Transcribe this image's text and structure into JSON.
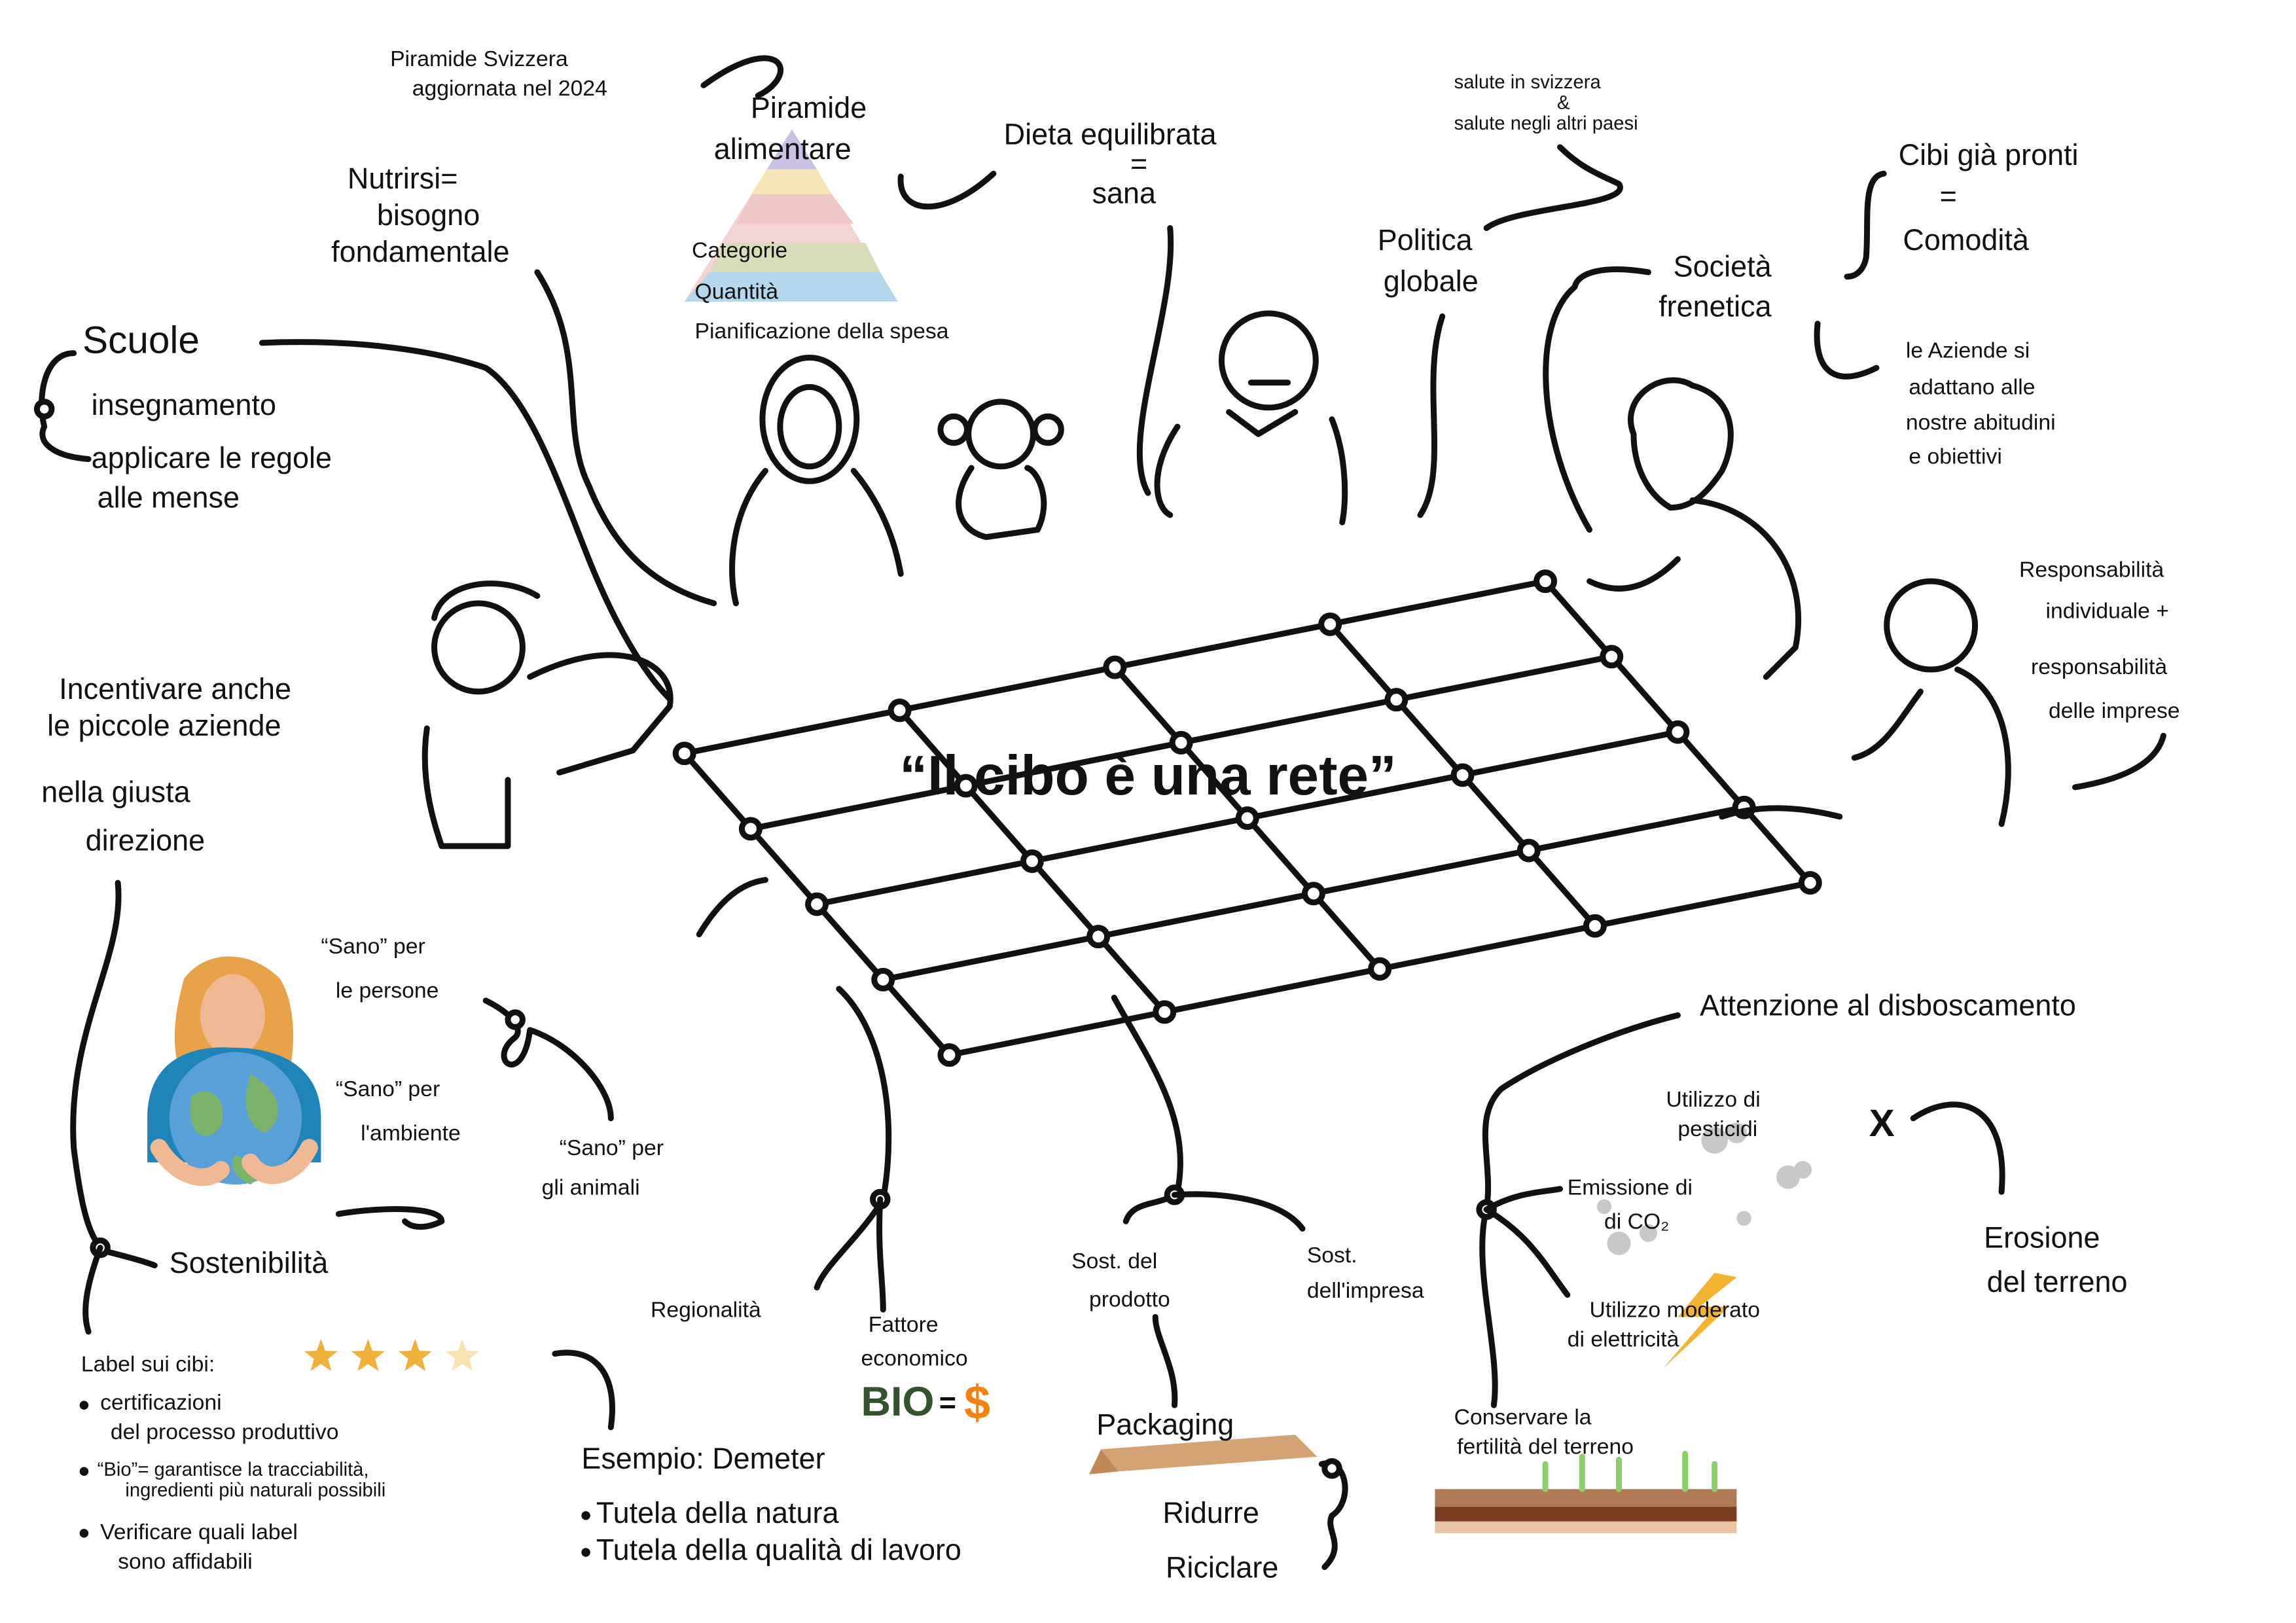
{
  "title": "“Il cibo è una rete”",
  "pyramid": {
    "note": [
      "Piramide Svizzera",
      "aggiornata nel 2024"
    ],
    "title": [
      "Piramide",
      "alimentare"
    ],
    "items": [
      "Categorie",
      "Quantità",
      "Pianificazione della spesa"
    ]
  },
  "diet": [
    "Dieta equilibrata",
    "=",
    "sana"
  ],
  "health": [
    "salute in svizzera",
    "&",
    "salute negli altri paesi"
  ],
  "nutrition": [
    "Nutrirsi=",
    "bisogno",
    "fondamentale"
  ],
  "politics": [
    "Politica",
    "globale"
  ],
  "society": {
    "title": [
      "Società",
      "frenetica"
    ],
    "ready_food": [
      "Cibi già pronti",
      "=",
      "Comodità"
    ],
    "companies": [
      "le Aziende si",
      "adattano alle",
      "nostre abitudini",
      "e obiettivi"
    ]
  },
  "schools": {
    "title": "Scuole",
    "items": [
      "insegnamento",
      "applicare le regole",
      "alle mense"
    ]
  },
  "responsibility": [
    "Responsabilità",
    "individuale +",
    "responsabilità",
    "delle imprese"
  ],
  "incentives": [
    "Incentivare anche",
    "le piccole aziende",
    "nella giusta",
    "direzione"
  ],
  "healthy": {
    "people": [
      "“Sano” per",
      "le persone"
    ],
    "environment": [
      "“Sano” per",
      "l'ambiente"
    ],
    "animals": [
      "“Sano” per",
      "gli animali"
    ]
  },
  "environment": {
    "deforestation": "Attenzione al disboscamento",
    "pesticides": [
      "Utilizzo di",
      "pesticidi"
    ],
    "pesticides_mark": "X",
    "emissions": [
      "Emissione di",
      "di CO₂"
    ],
    "erosion": [
      "Erosione",
      "del terreno"
    ],
    "electricity": [
      "Utilizzo moderato",
      "di elettricità"
    ],
    "fertility": [
      "Conservare la",
      "fertilità del terreno"
    ]
  },
  "sustainability": {
    "title": "Sostenibilità",
    "product": [
      "Sost. del",
      "prodotto"
    ],
    "company": [
      "Sost.",
      "dell'impresa"
    ]
  },
  "regionality": "Regionalità",
  "economy": {
    "title": [
      "Fattore",
      "economico"
    ],
    "bio": "BIO",
    "equals": "=",
    "cost": "$"
  },
  "labels": {
    "title": "Label sui cibi:",
    "stars_filled": 3,
    "stars_total": 4,
    "items": [
      [
        "certificazioni",
        "del processo produttivo"
      ],
      [
        "“Bio”= garantisce la tracciabilità,",
        "ingredienti più naturali possibili"
      ],
      [
        "Verificare quali label",
        "sono affidabili"
      ]
    ]
  },
  "demeter": {
    "title": "Esempio: Demeter",
    "items": [
      "Tutela della natura",
      "Tutela della qualità di lavoro"
    ]
  },
  "packaging": {
    "title": "Packaging",
    "reduce": "Ridurre",
    "recycle": "Riciclare"
  },
  "colors": {
    "star": "#f0b03c",
    "star_pale": "#f9e3b0",
    "bio": "#35522f",
    "cost": "#f5820f",
    "bolt": "#f3b531",
    "hair": "#e8a24a",
    "shirt": "#1f84b8",
    "globe": "#5aa0d8"
  }
}
